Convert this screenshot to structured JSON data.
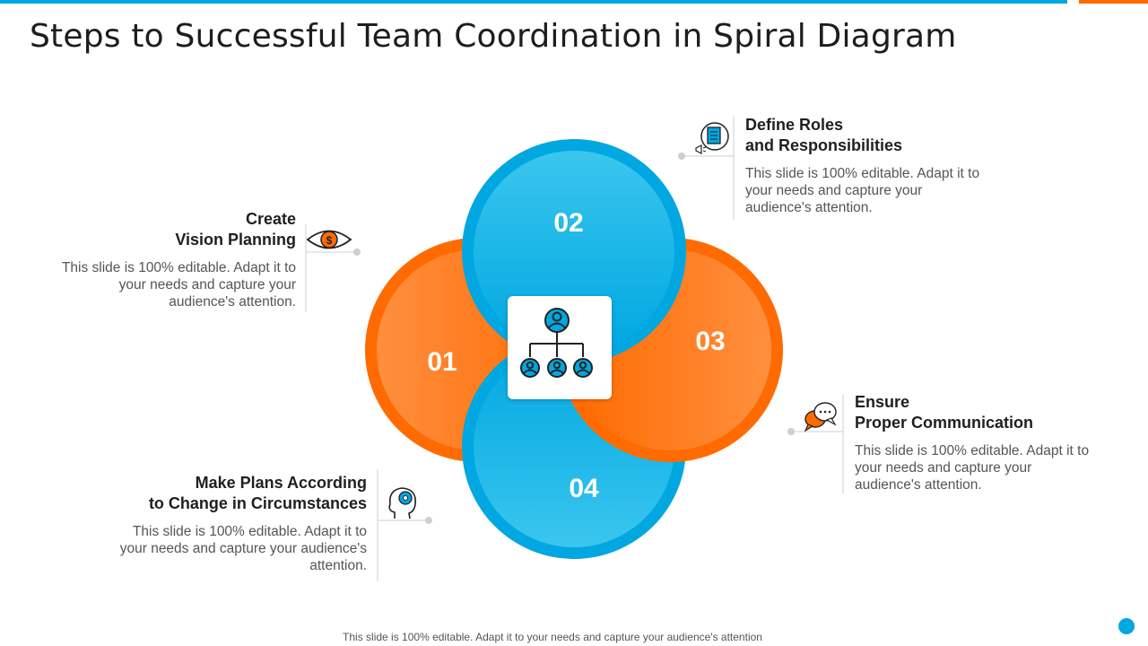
{
  "title": "Steps to Successful Team Coordination in Spiral Diagram",
  "colors": {
    "blue": "#00a7e1",
    "orange": "#ff6b00"
  },
  "center_icon": "team-hierarchy-icon",
  "steps": [
    {
      "number": "01",
      "heading_line1": "Create",
      "heading_line2": "Vision Planning",
      "description": "This slide is 100% editable. Adapt it to your needs and capture your audience's attention.",
      "icon": "eye-dollar-icon"
    },
    {
      "number": "02",
      "heading_line1": "Define Roles",
      "heading_line2": "and Responsibilities",
      "description": "This slide is 100% editable. Adapt it to your needs and capture your audience's attention.",
      "icon": "document-megaphone-icon"
    },
    {
      "number": "03",
      "heading_line1": "Ensure",
      "heading_line2": "Proper Communication",
      "description": "This slide is 100% editable. Adapt it to your needs and capture your audience's attention.",
      "icon": "chat-bubbles-icon"
    },
    {
      "number": "04",
      "heading_line1": "Make Plans According",
      "heading_line2": "to Change in Circumstances",
      "description": "This slide is 100% editable. Adapt it to your needs and capture your audience's attention.",
      "icon": "head-gear-icon"
    }
  ],
  "footer": "This slide is 100% editable. Adapt it to your needs and capture your audience's attention"
}
